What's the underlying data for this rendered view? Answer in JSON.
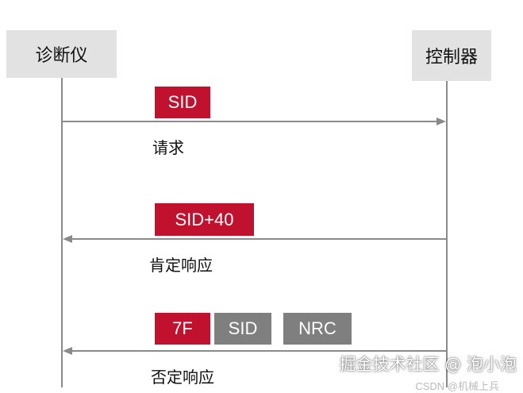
{
  "participants": {
    "left": "诊断仪",
    "right": "控制器"
  },
  "messages": [
    {
      "tags": [
        "SID"
      ],
      "label": "请求",
      "direction": "left-to-right"
    },
    {
      "tags": [
        "SID+40"
      ],
      "label": "肯定响应",
      "direction": "right-to-left"
    },
    {
      "tags": [
        "7F",
        "SID",
        "NRC"
      ],
      "label": "否定响应",
      "direction": "right-to-left"
    }
  ],
  "colors": {
    "participant_box": "#e2e2e2",
    "lifeline": "#8a8a8a",
    "tag_red": "#c0112f",
    "tag_gray": "#7f7f7f"
  },
  "watermark": {
    "text": "掘金技术社区 @ 泡小泡",
    "subtext": "CSDN @机械上兵"
  }
}
